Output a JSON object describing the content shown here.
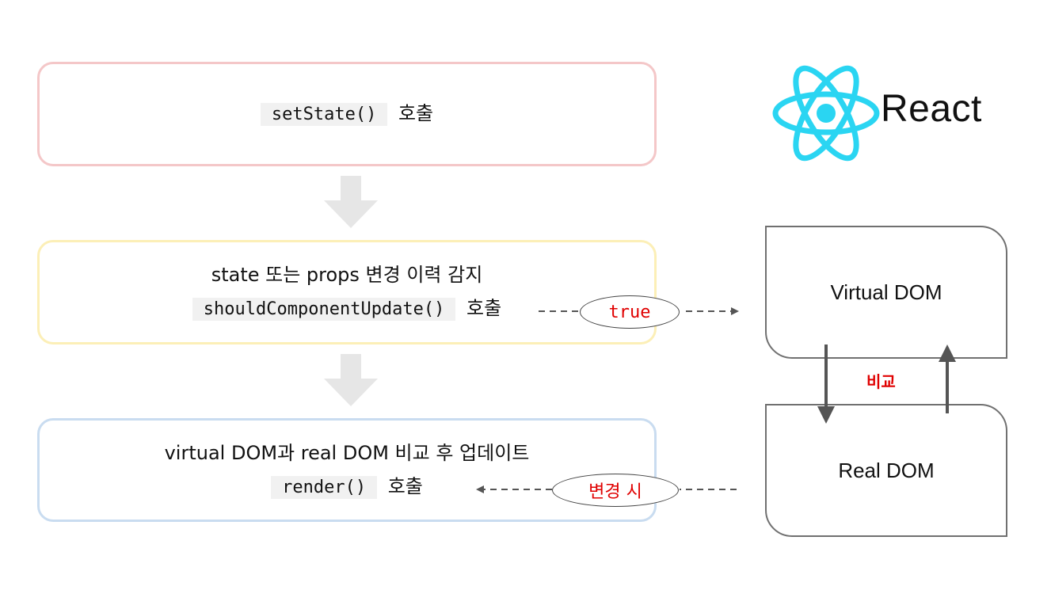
{
  "steps": [
    {
      "code": "setState()",
      "suffix": "호출",
      "border_color": "#f4c7c8"
    },
    {
      "text": "state 또는 props 변경 이력 감지",
      "code": "shouldComponentUpdate()",
      "suffix": "호출",
      "border_color": "#fcefb7"
    },
    {
      "text": "virtual DOM과 real DOM 비교 후 업데이트",
      "code": "render()",
      "suffix": "호출",
      "border_color": "#c9dcf0"
    }
  ],
  "logo": {
    "wordmark": "React",
    "color": "#2ad5f2"
  },
  "virtual_dom": {
    "label": "Virtual DOM"
  },
  "real_dom": {
    "label": "Real DOM"
  },
  "compare_label": "비교",
  "edge_true": {
    "label": "true"
  },
  "edge_change": {
    "label": "변경 시"
  },
  "colors": {
    "arrow_gray": "#e6e6e6",
    "connector": "#555555",
    "accent_red": "#e00000"
  }
}
